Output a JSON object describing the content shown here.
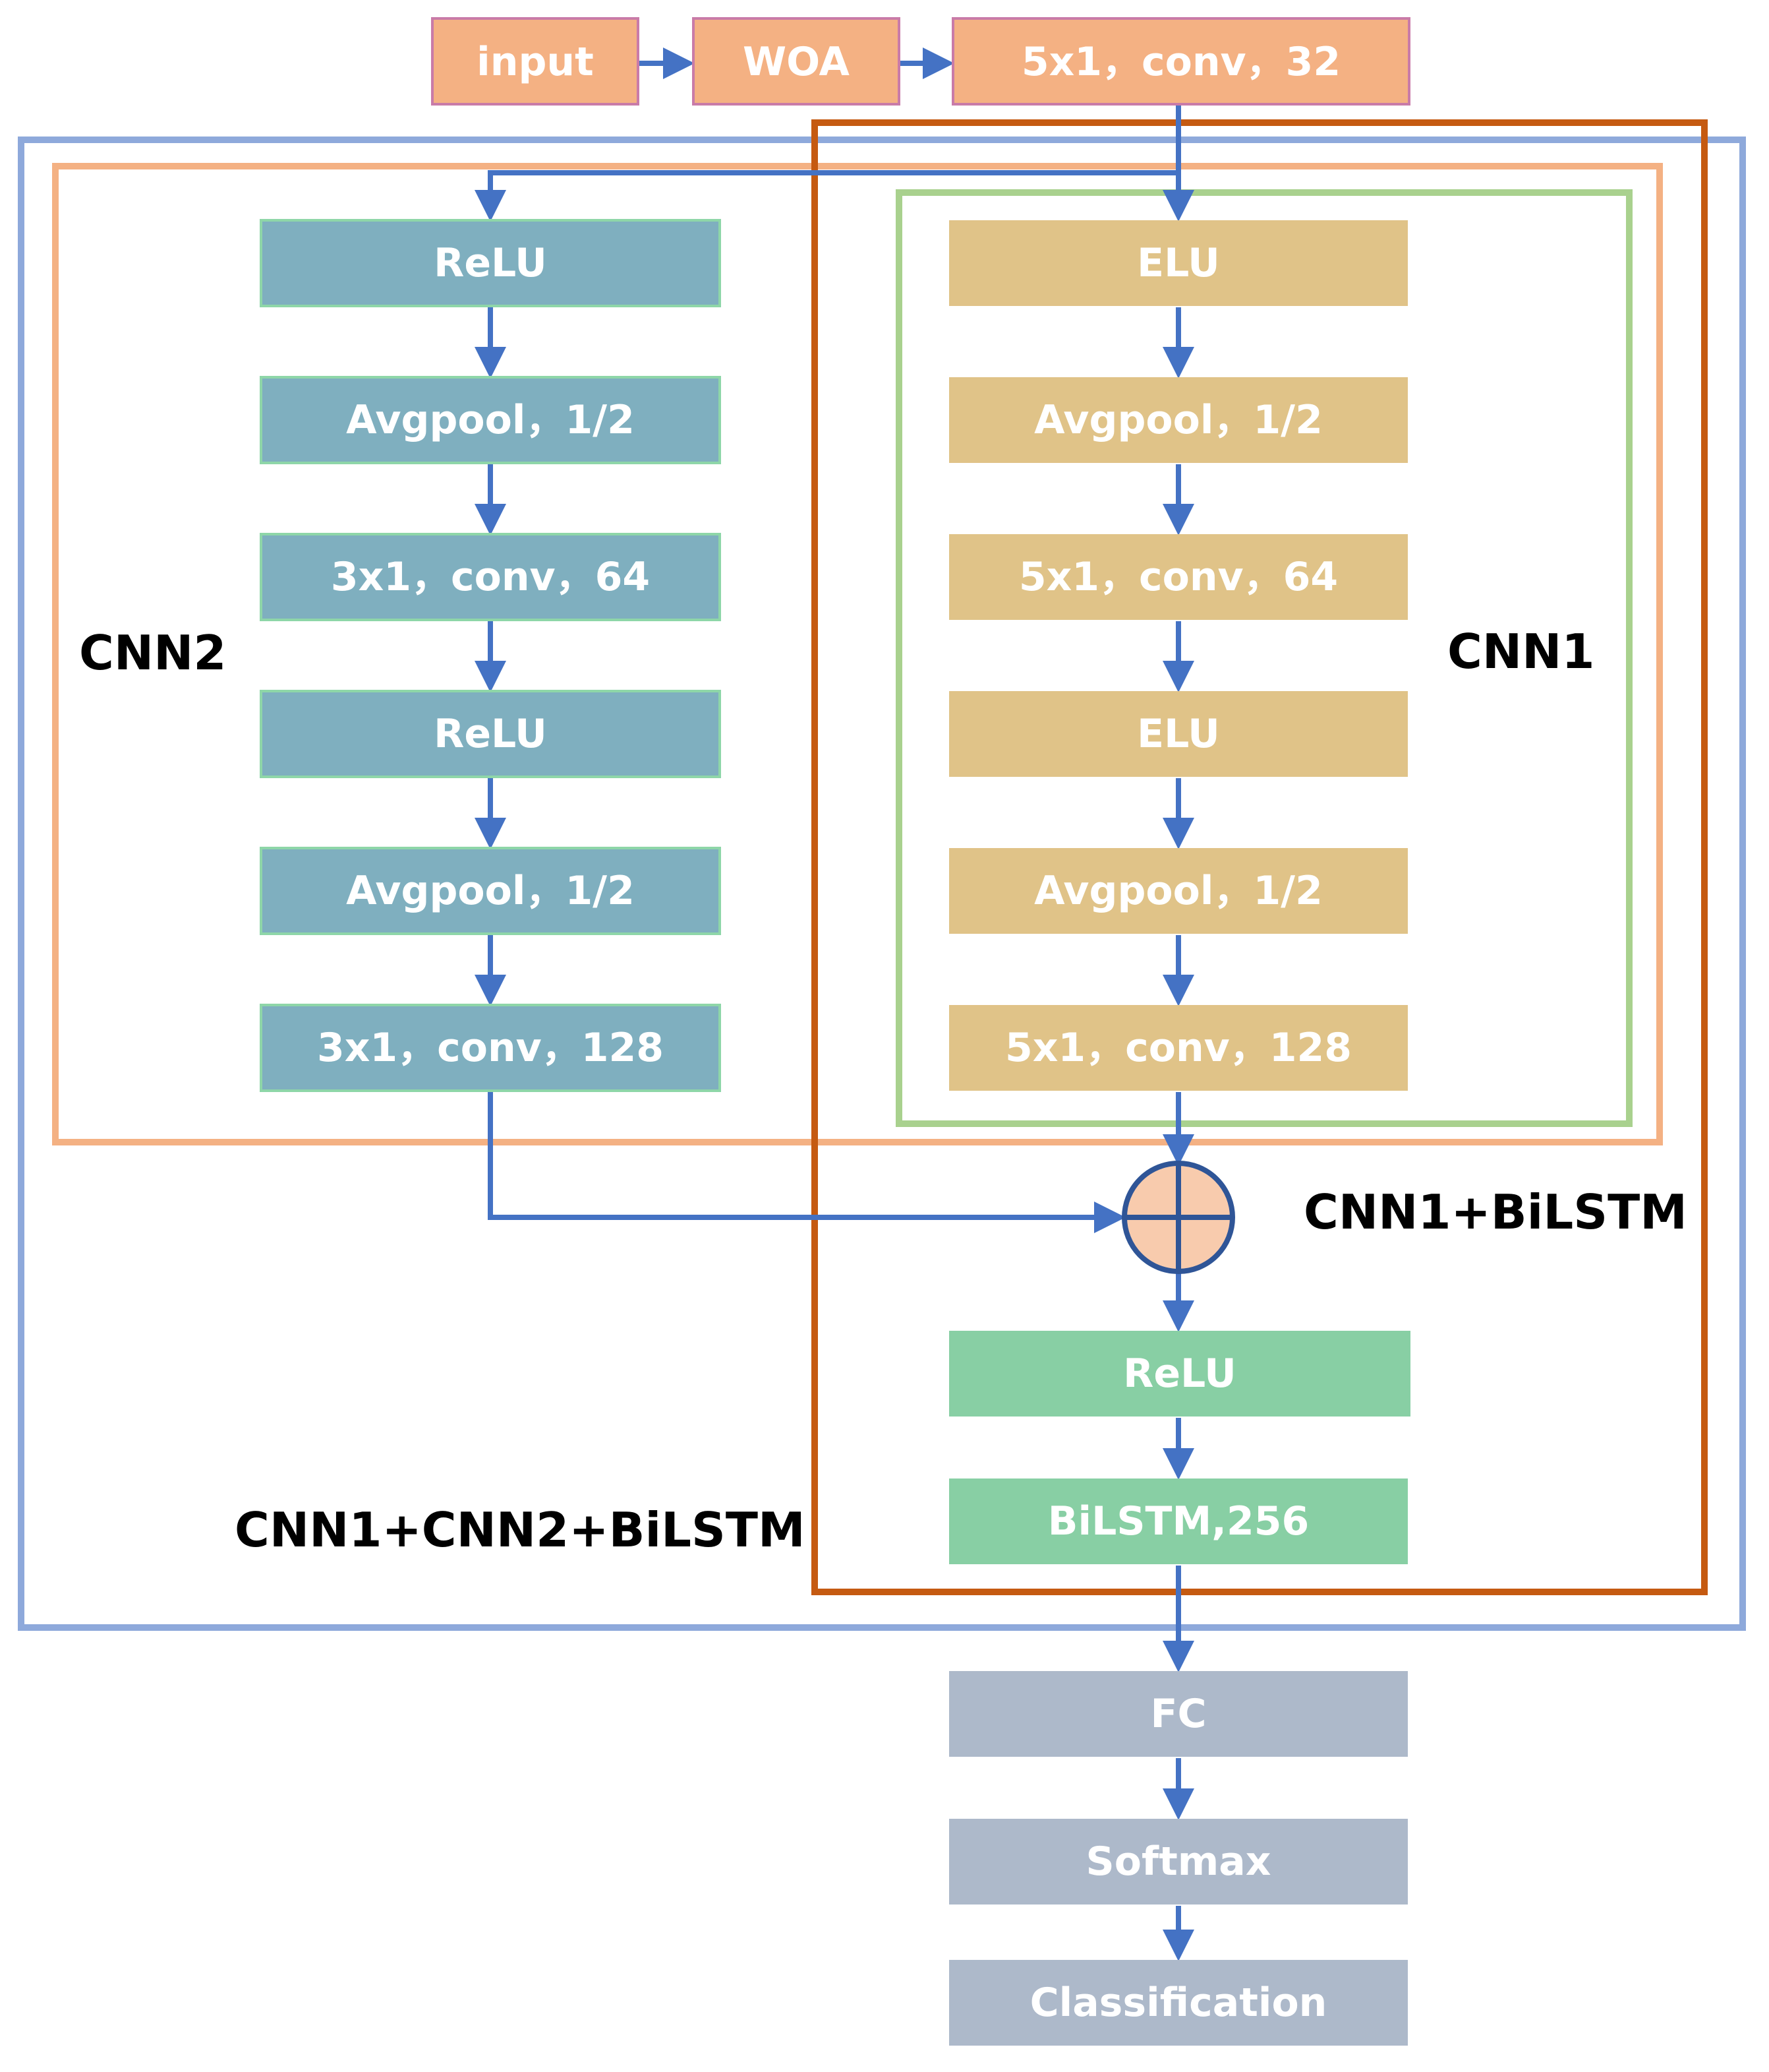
{
  "colors": {
    "orange_fill": "#F4B183",
    "orange_stroke": "#C97BA8",
    "teal_fill": "#7FAFBF",
    "teal_stroke": "#8ED6A8",
    "tan_fill": "#E0C388",
    "green_fill": "#88CFA4",
    "gray_fill": "#ADB9CA",
    "arrow": "#4472C4",
    "frame_blue": "#8EA9DB",
    "frame_orange": "#F4B183",
    "frame_green": "#A9D18E",
    "frame_darkorange": "#C55A11",
    "add_fill": "#F8CBAD",
    "add_stroke": "#2F5597"
  },
  "nodes": {
    "input": "input",
    "woa": "WOA",
    "conv_5x1_32": "5x1，conv，32",
    "cnn2_relu_1": "ReLU",
    "cnn2_avgpool_1": "Avgpool，1/2",
    "cnn2_conv_3x1_64": "3x1，conv，64",
    "cnn2_relu_2": "ReLU",
    "cnn2_avgpool_2": "Avgpool，1/2",
    "cnn2_conv_3x1_128": "3x1，conv，128",
    "cnn1_elu_1": "ELU",
    "cnn1_avgpool_1": "Avgpool，1/2",
    "cnn1_conv_5x1_64": "5x1，conv，64",
    "cnn1_elu_2": "ELU",
    "cnn1_avgpool_2": "Avgpool，1/2",
    "cnn1_conv_5x1_128": "5x1，conv，128",
    "relu_merge": "ReLU",
    "bilstm": "BiLSTM,256",
    "fc": "FC",
    "softmax": "Softmax",
    "classification": "Classification"
  },
  "groups": {
    "cnn1": "CNN1",
    "cnn2": "CNN2",
    "cnn1_bilstm": "CNN1+BiLSTM",
    "cnn1_cnn2_bilstm": "CNN1+CNN2+BiLSTM"
  }
}
